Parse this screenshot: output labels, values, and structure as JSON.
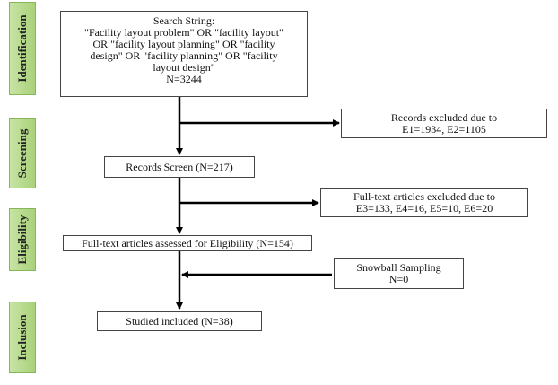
{
  "stages": {
    "identification": "Identification",
    "screening": "Screening",
    "eligibility": "Eligibility",
    "inclusion": "Inclusion"
  },
  "boxes": {
    "search": {
      "line1": "Search String:",
      "line2": "\"Facility layout problem\" OR \"facility layout\"",
      "line3": "OR \"facility layout planning\" OR \"facility",
      "line4": "design\" OR \"facility planning\" OR \"facility",
      "line5": "layout design\"",
      "line6": "N=3244"
    },
    "excluded_records": {
      "line1": "Records excluded due to",
      "line2": "E1=1934, E2=1105"
    },
    "records_screen": "Records Screen (N=217)",
    "excluded_fulltext": {
      "line1": "Full-text articles excluded due to",
      "line2": "E3=133, E4=16, E5=10, E6=20"
    },
    "assessed": "Full-text articles assessed for Eligibility (N=154)",
    "snowball": {
      "line1": "Snowball Sampling",
      "line2": "N=0"
    },
    "included": "Studied included (N=38)"
  },
  "colors": {
    "stage_fill": "#a9d17a",
    "stage_border": "#86b55a",
    "arrow": "#000000"
  }
}
